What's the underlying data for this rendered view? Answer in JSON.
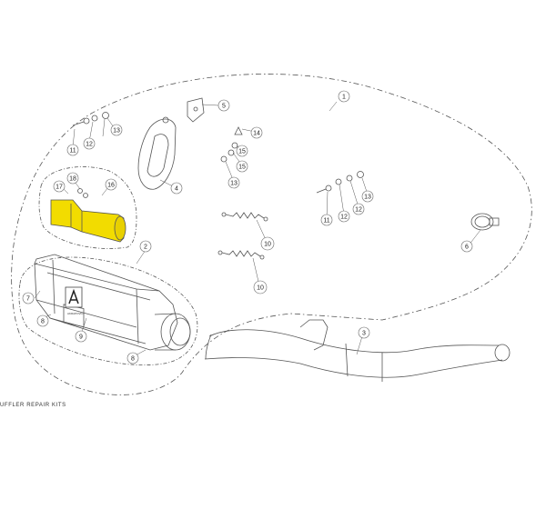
{
  "diagram": {
    "caption": "UFFLER REPAIR KITS",
    "highlight_color": "#f2dc00",
    "line_color": "#555555",
    "logo_text": "AKRAPOVIC",
    "callouts": {
      "c1": "1",
      "c2": "2",
      "c3": "3",
      "c4": "4",
      "c5": "5",
      "c6": "6",
      "c7": "7",
      "c8a": "8",
      "c8b": "8",
      "c9": "9",
      "c10a": "10",
      "c10b": "10",
      "c11a": "11",
      "c11b": "11",
      "c12a": "12",
      "c12b": "12",
      "c12c": "12",
      "c13a": "13",
      "c13b": "13",
      "c13c": "13",
      "c14": "14",
      "c15a": "15",
      "c15b": "15",
      "c16": "16",
      "c17": "17",
      "c18": "18"
    }
  }
}
